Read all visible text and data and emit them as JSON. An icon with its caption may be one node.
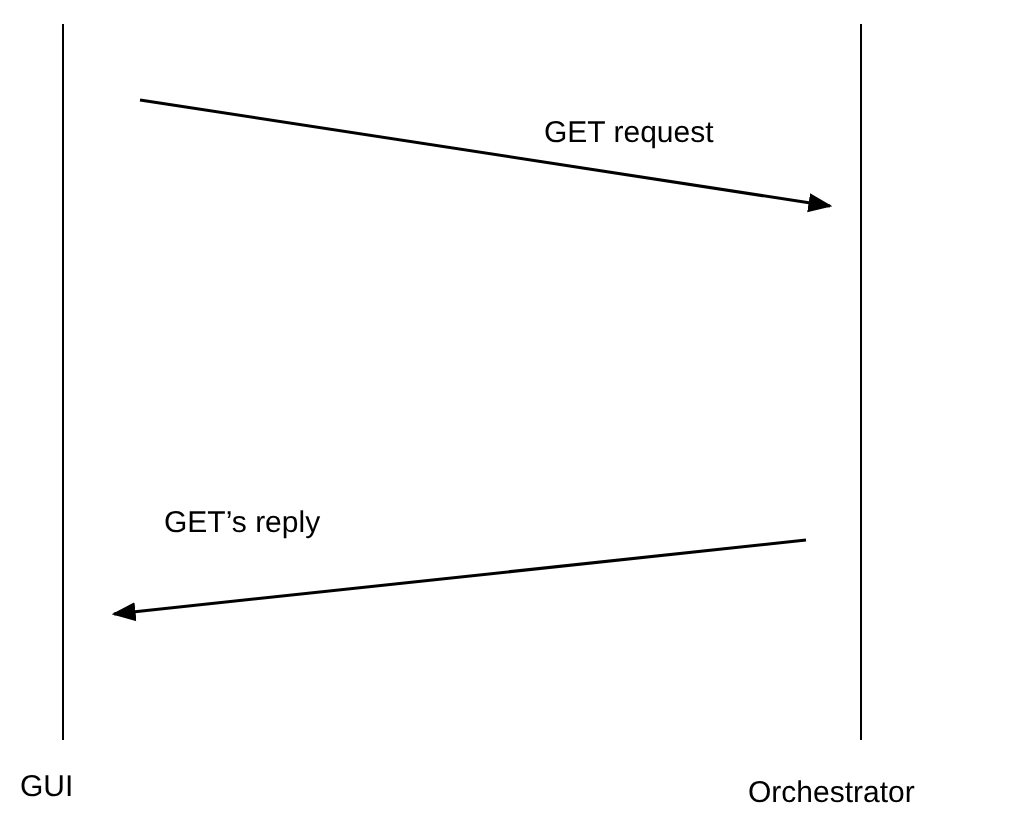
{
  "diagram": {
    "nodes": [
      {
        "text": [
          "GUI"
        ]
      },
      {
        "text": [
          "Orchestrator"
        ]
      }
    ],
    "edges": [
      {
        "from": 0,
        "to": 1,
        "arrow": "to",
        "label": "GET request"
      },
      {
        "from": 1,
        "to": 0,
        "arrow": "to",
        "label": "GET’s reply"
      }
    ]
  }
}
